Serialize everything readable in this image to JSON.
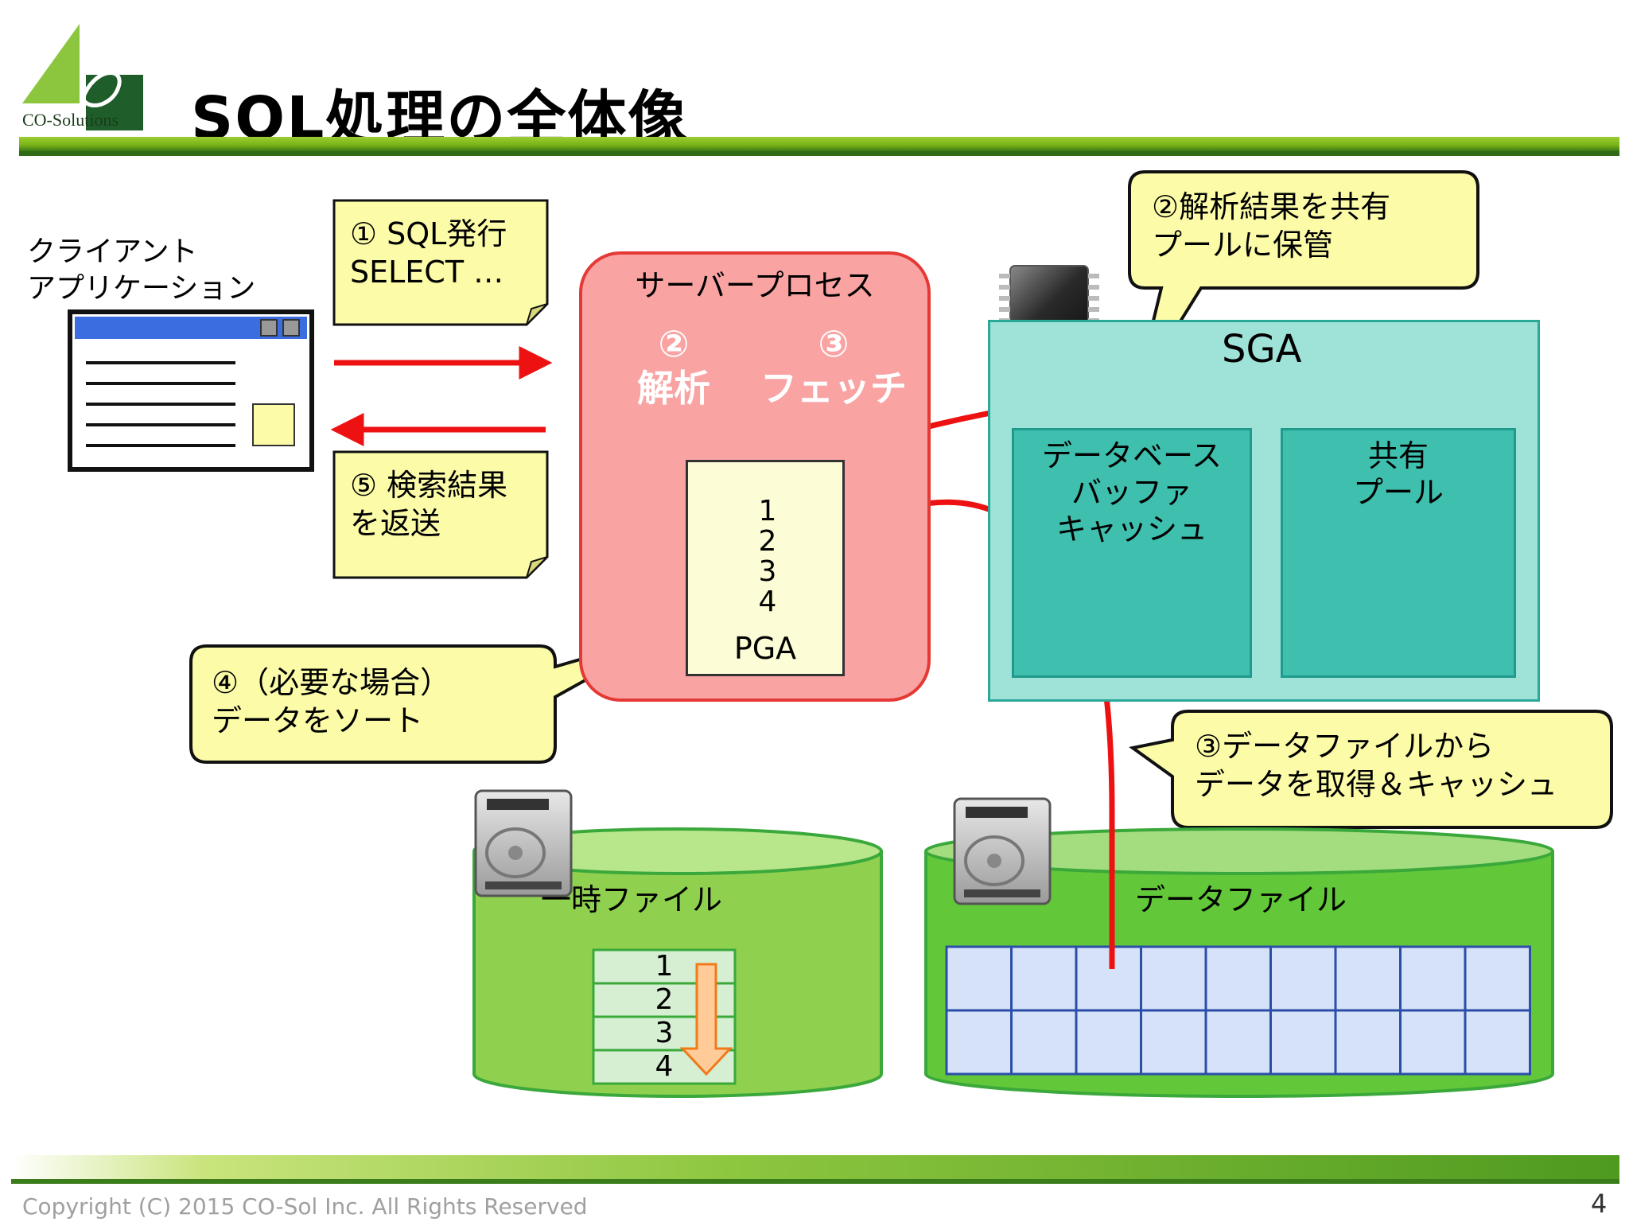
{
  "header": {
    "title": "SQL処理の全体像",
    "logo_text": "CO-Solutions"
  },
  "footer": {
    "copyright": "Copyright (C) 2015 CO-Sol Inc. All Rights Reserved",
    "page_number": "4"
  },
  "client": {
    "label_line1": "クライアント",
    "label_line2": "アプリケーション"
  },
  "notes": {
    "issue_line1": "① SQL発行",
    "issue_line2": "SELECT …",
    "return_line1": "⑤ 検索結果",
    "return_line2": "を返送"
  },
  "server": {
    "label": "サーバープロセス",
    "stage1_num": "②",
    "stage1_label": "解析",
    "stage2_num": "③",
    "stage2_label": "フェッチ",
    "pga_label": "PGA",
    "pga_rows": [
      "1",
      "2",
      "3",
      "4"
    ]
  },
  "sga": {
    "label": "SGA",
    "db_buffer_line1": "データベース",
    "db_buffer_line2": "バッファ",
    "db_buffer_line3": "キャッシュ",
    "shared_pool_line1": "共有",
    "shared_pool_line2": "プール"
  },
  "callouts": {
    "parse_line1": "②解析結果を共有",
    "parse_line2": "プールに保管",
    "sort_line1": "④（必要な場合）",
    "sort_line2": "データをソート",
    "fetch_line1": "③データファイルから",
    "fetch_line2": "データを取得＆キャッシュ"
  },
  "storage": {
    "temp_label": "一時ファイル",
    "temp_rows": [
      "1",
      "2",
      "3",
      "4"
    ],
    "data_label": "データファイル"
  },
  "colors": {
    "brand_green": "#7cb518",
    "arrow_red": "#ee1111",
    "server_fill": "#f9a3a3",
    "sga_fill": "#9ee2d8",
    "buffer_fill": "#3fbfae",
    "note_fill": "#fbfba8",
    "cylinder_green": "#8fd14f"
  }
}
